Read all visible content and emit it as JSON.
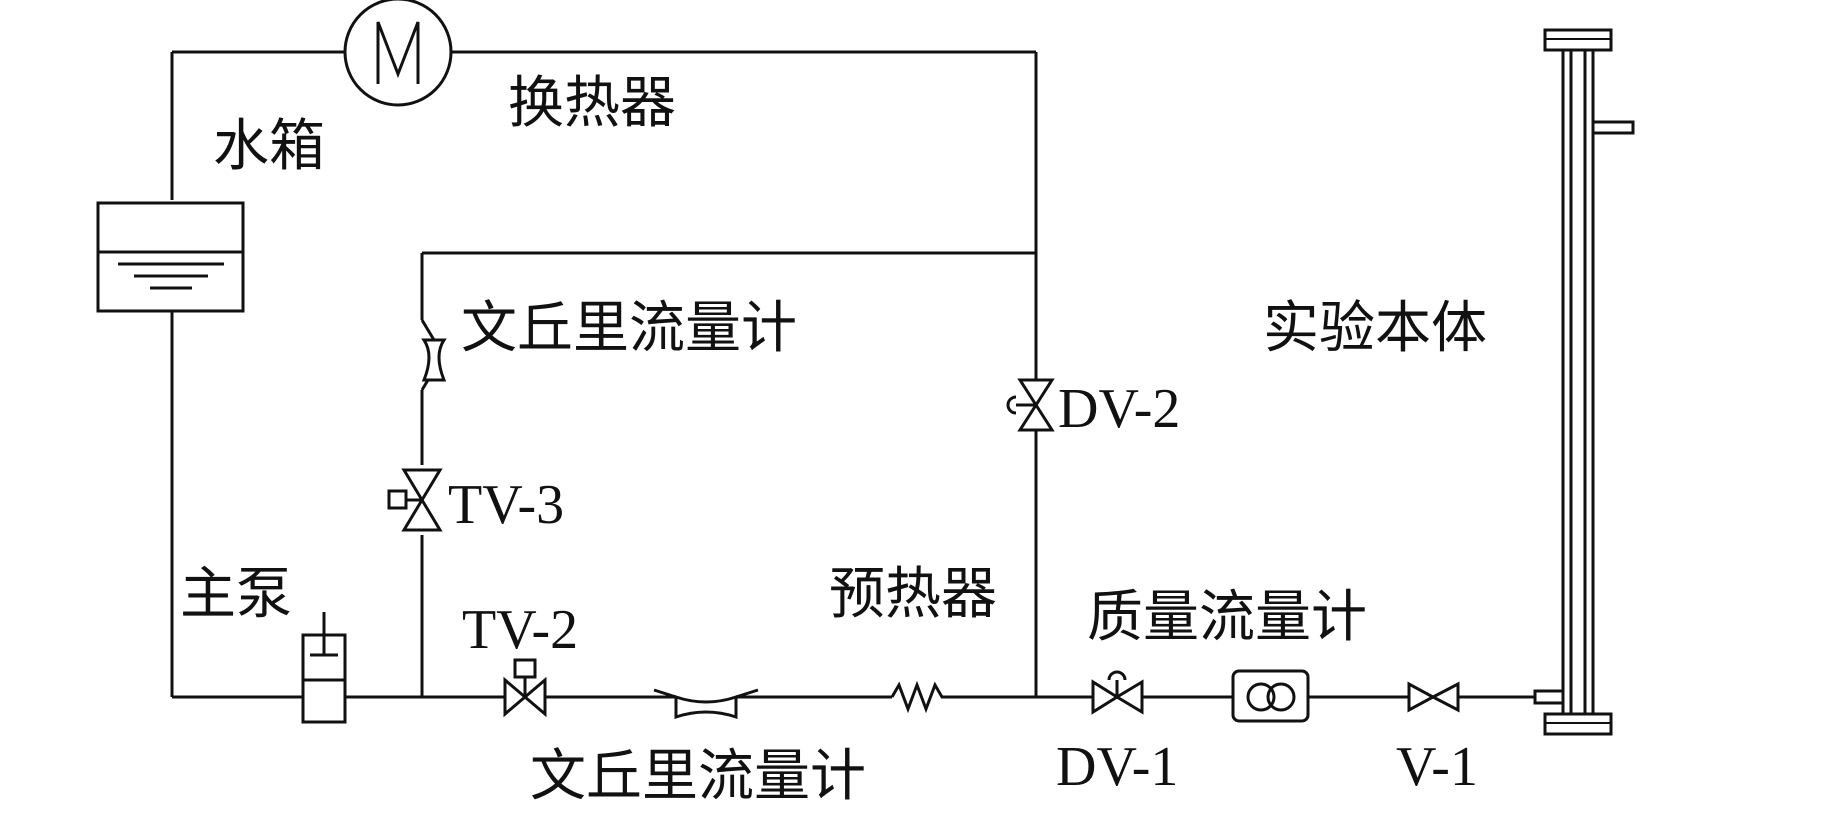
{
  "labels": {
    "water_tank": "水箱",
    "heat_exchanger": "换热器",
    "venturi_upper": "文丘里流量计",
    "venturi_lower": "文丘里流量计",
    "test_section": "实验本体",
    "main_pump": "主泵",
    "preheater": "预热器",
    "mass_flowmeter": "质量流量计",
    "dv2": "DV-2",
    "tv3": "TV-3",
    "tv2": "TV-2",
    "dv1": "DV-1",
    "v1": "V-1"
  }
}
